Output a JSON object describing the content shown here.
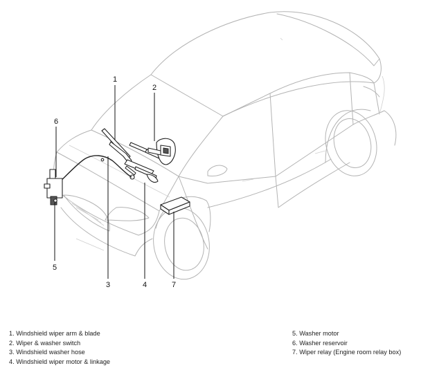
{
  "callouts": [
    {
      "num": "1"
    },
    {
      "num": "2"
    },
    {
      "num": "3"
    },
    {
      "num": "4"
    },
    {
      "num": "5"
    },
    {
      "num": "6"
    },
    {
      "num": "7"
    }
  ],
  "legend": {
    "left": [
      "1. Windshield wiper arm & blade",
      "2. Wiper & washer switch",
      "3. Windshield washer hose",
      "4. Windshield wiper motor & linkage"
    ],
    "right": [
      "5. Washer motor",
      "6. Washer reservoir",
      "7. Wiper relay (Engine room relay box)"
    ]
  }
}
